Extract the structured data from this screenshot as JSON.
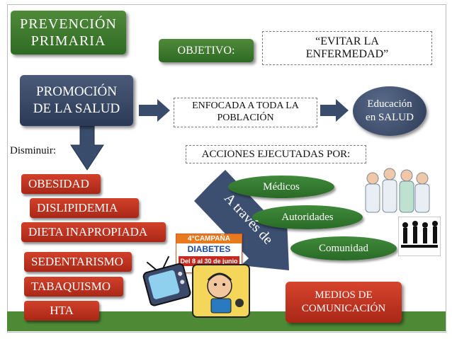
{
  "title": "PREVENCIÓN PRIMARIA",
  "objective_label": "OBJETIVO:",
  "objective_value": "“EVITAR LA ENFERMEDAD”",
  "promotion": "PROMOCIÓN DE LA SALUD",
  "focus": "ENFOCADA A TODA LA POBLACIÓN",
  "education": "Educación en SALUD",
  "reduce_label": "Disminuir:",
  "actions_label": "ACCIONES EJECUTADAS POR:",
  "risk_factors": [
    "OBESIDAD",
    "DISLIPIDEMIA",
    "DIETA INAPROPIADA",
    "SEDENTARISMO",
    "TABAQUISMO",
    "HTA"
  ],
  "actors": [
    "Médicos",
    "Autoridades",
    "Comunidad"
  ],
  "via_text": "A través de",
  "media": "MEDIOS DE COMUNICACIÓN",
  "poster": {
    "line1": "4°CAMPAÑA",
    "line2": "DIABETES",
    "line3": "Del 8 al 30 de junio"
  },
  "colors": {
    "green": "#2f6a24",
    "navy": "#2b3a56",
    "red": "#a92717",
    "footer": "#4e8a36"
  }
}
